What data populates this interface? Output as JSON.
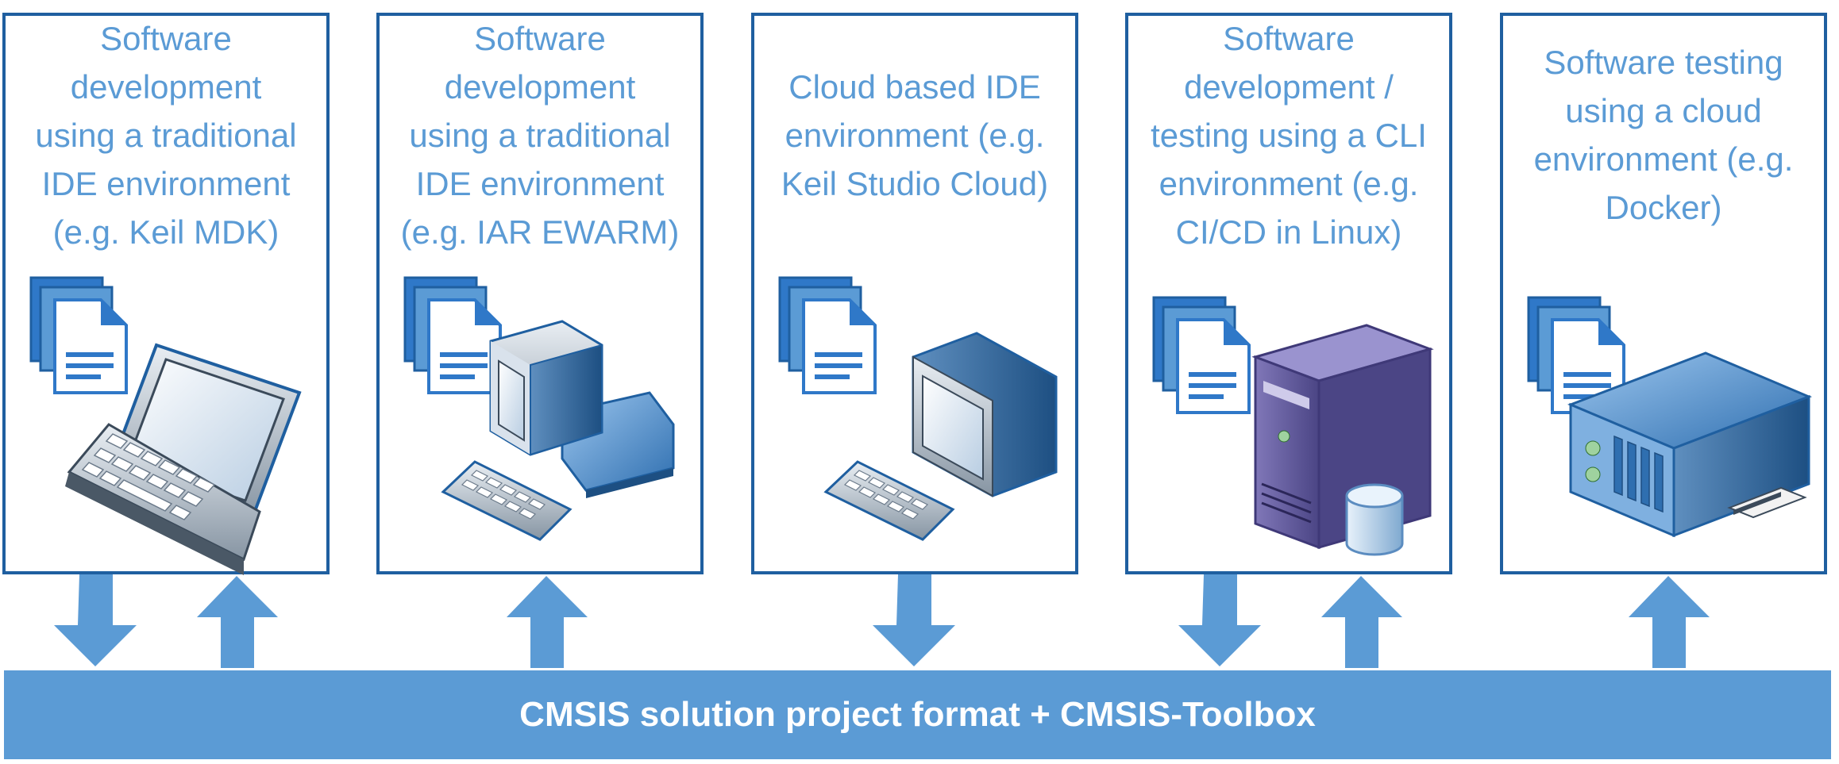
{
  "panels": [
    {
      "text": "Software\ndevelopment\nusing a traditional\nIDE environment\n(e.g. Keil MDK)",
      "icon": "laptop-icon"
    },
    {
      "text": "Software\ndevelopment\nusing a traditional\nIDE environment\n(e.g. IAR EWARM)",
      "icon": "desktop-computer-icon"
    },
    {
      "text": "Cloud based IDE\nenvironment (e.g.\nKeil Studio Cloud)",
      "icon": "monitor-keyboard-icon"
    },
    {
      "text": "Software\ndevelopment /\ntesting using a CLI\nenvironment (e.g.\nCI/CD in Linux)",
      "icon": "server-tower-icon"
    },
    {
      "text": "Software testing\nusing a cloud\nenvironment (e.g.\nDocker)",
      "icon": "rack-server-icon"
    }
  ],
  "bar": {
    "label": "CMSIS solution project format + CMSIS-Toolbox"
  },
  "arrows": [
    "down",
    "up",
    "up",
    "down",
    "down",
    "up",
    "up"
  ],
  "colors": {
    "frame": "#1f5fa0",
    "text": "#5b9bd5",
    "bar": "#5b9bd5",
    "arrow": "#5b9bd5"
  }
}
